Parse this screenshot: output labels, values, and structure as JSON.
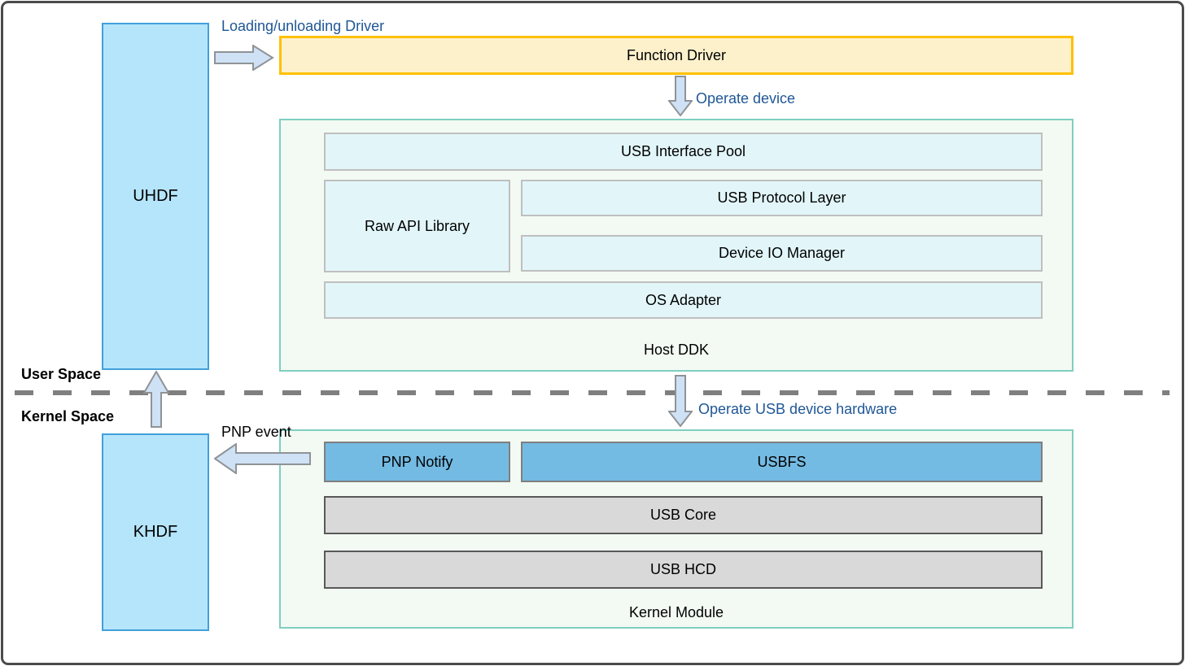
{
  "pillars": {
    "uhdf": "UHDF",
    "khdf": "KHDF"
  },
  "space_labels": {
    "user": "User Space",
    "kernel": "Kernel Space"
  },
  "function_driver": {
    "label": "Function Driver"
  },
  "host_ddk": {
    "title": "Host DDK",
    "usb_interface_pool": "USB Interface Pool",
    "raw_api_library": "Raw API Library",
    "usb_protocol_layer": "USB Protocol Layer",
    "device_io_manager": "Device IO Manager",
    "os_adapter": "OS Adapter"
  },
  "kernel_module": {
    "title": "Kernel Module",
    "pnp_notify": "PNP Notify",
    "usbfs": "USBFS",
    "usb_core": "USB Core",
    "usb_hcd": "USB HCD"
  },
  "annotations": {
    "loading_unloading": "Loading/unloading Driver",
    "operate_device": "Operate device",
    "operate_usb": "Operate USB device hardware",
    "pnp_event": "PNP event"
  },
  "colors": {
    "pillar_fill": "#B5E5FB",
    "pillar_border": "#41A0DB",
    "function_driver_fill": "#FDF1CC",
    "function_driver_border": "#FFC000",
    "container_fill": "#F3FAF3",
    "container_border": "#7FCFC1",
    "cyan_box_fill": "#E2F6FA",
    "cyan_box_border": "#BFBFBF",
    "blue_box_fill": "#74BBE3",
    "blue_box_border": "#7F7F7F",
    "gray_box_fill": "#D9D9D9",
    "gray_box_border": "#595959",
    "arrow_fill": "#CFE1F5",
    "arrow_border": "#8F9396",
    "annotation_text": "#1F5796",
    "dashed_line": "#7F7F7F"
  }
}
